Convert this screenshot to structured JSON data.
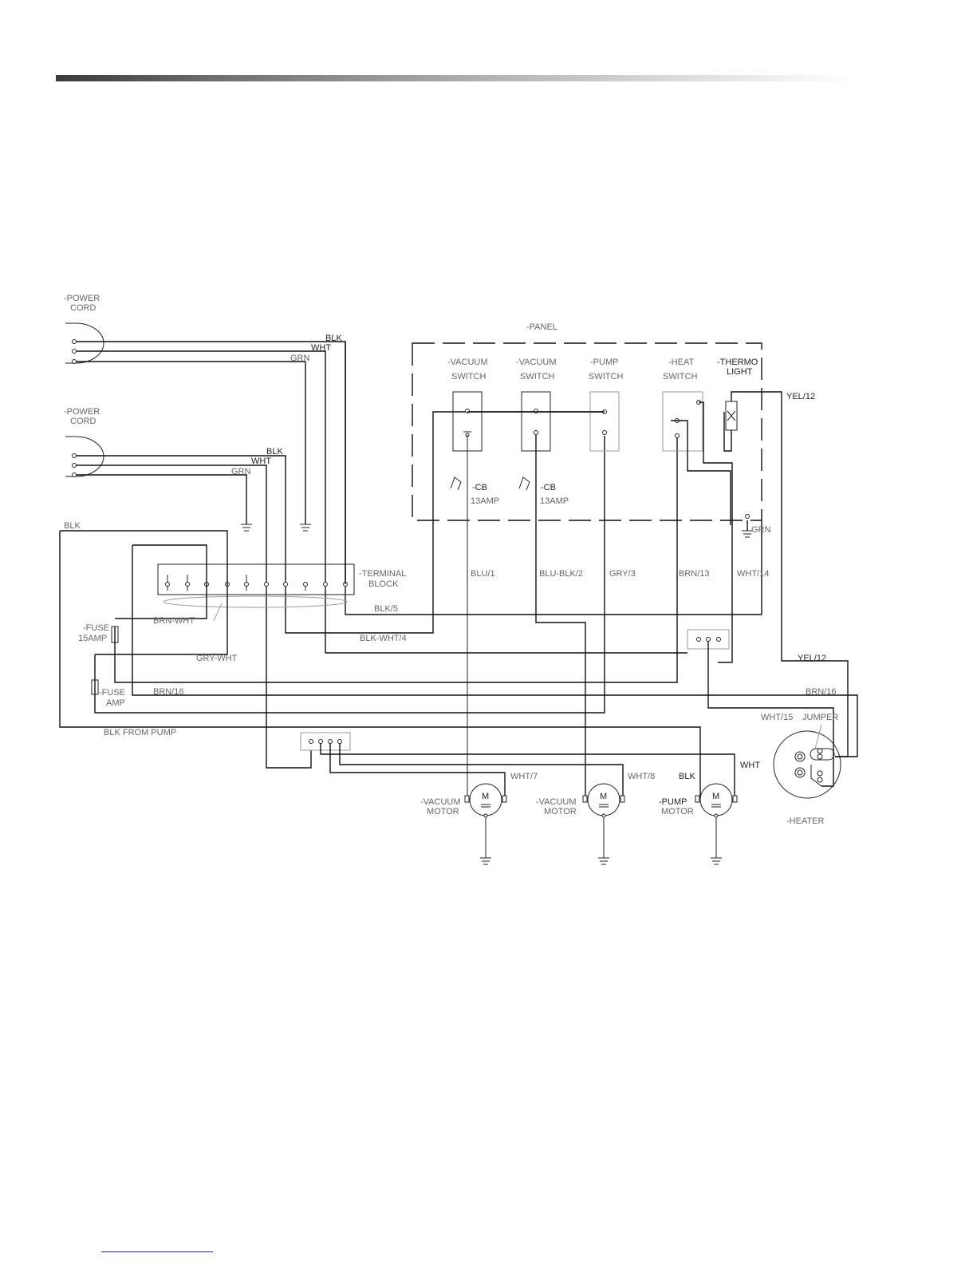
{
  "components": {
    "power_cord_1": "-POWER\nCORD",
    "power_cord_2": "-POWER\nCORD",
    "panel": "-PANEL",
    "vacuum_switch_1": [
      "-VACUUM",
      "SWITCH"
    ],
    "vacuum_switch_2": [
      "-VACUUM",
      "SWITCH"
    ],
    "pump_switch": [
      "-PUMP",
      "SWITCH"
    ],
    "heat_switch": [
      "-HEAT",
      "SWITCH"
    ],
    "thermo_light": [
      "-THERMO",
      "LIGHT"
    ],
    "cb_1": [
      "-CB",
      "13AMP"
    ],
    "cb_2": [
      "-CB",
      "13AMP"
    ],
    "terminal_block": [
      "-TERMINAL",
      "BLOCK"
    ],
    "fuse_1": [
      "-FUSE",
      "15AMP"
    ],
    "fuse_2": [
      "-FUSE",
      "AMP"
    ],
    "vacuum_motor_1": [
      "-VACUUM",
      "MOTOR"
    ],
    "vacuum_motor_2": [
      "-VACUUM",
      "MOTOR"
    ],
    "pump_motor": [
      "-PUMP",
      "MOTOR"
    ],
    "heater": "-HEATER",
    "jumper": "JUMPER",
    "motor_symbol": "M"
  },
  "wires": {
    "blk": "BLK",
    "wht": "WHT",
    "grn": "GRN",
    "blk_2": "BLK",
    "wht_2": "WHT",
    "grn_2": "GRN",
    "blk_left": "BLK",
    "yel12_a": "YEL/12",
    "yel12_b": "YEL/12",
    "grn_panel": "GRN",
    "blu1": "BLU/1",
    "blublk2": "BLU-BLK/2",
    "gry3": "GRY/3",
    "brn13": "BRN/13",
    "wht14": "WHT/14",
    "blk5": "BLK/5",
    "blkwht4": "BLK-WHT/4",
    "brnwht": "BRN-WHT",
    "grywht": "GRY-WHT",
    "brn16_a": "BRN/16",
    "brn16_b": "BRN/16",
    "wht15": "WHT/15",
    "blk_from_pump": "BLK FROM PUMP",
    "wht7": "WHT/7",
    "wht8": "WHT/8",
    "blk_motor": "BLK",
    "wht_motor": "WHT"
  }
}
